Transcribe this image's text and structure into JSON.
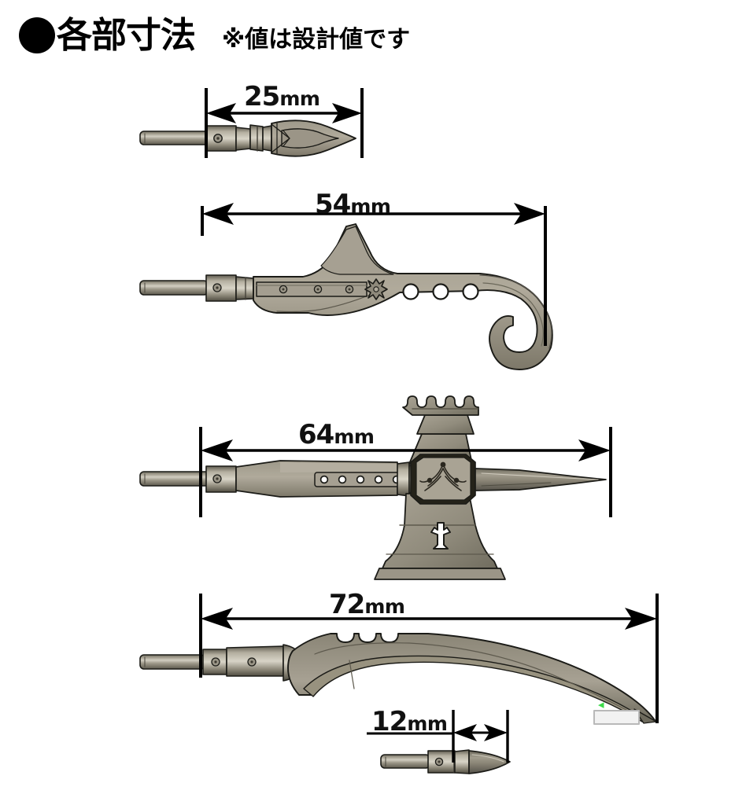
{
  "document": {
    "title_bullet": "●",
    "title": "各部寸法",
    "note": "※値は設計値です",
    "background_color": "#ffffff",
    "ink_color": "#000000"
  },
  "palette": {
    "metal_light": "#b9b4a6",
    "metal_mid": "#8e897b",
    "metal_dark": "#6b6759",
    "metal_shadow": "#4d4a40",
    "outline": "#1b1b17",
    "highlight": "#d7d3c6",
    "hole_fill": "#ffffff",
    "cursor_green": "#3ddb4b"
  },
  "parts": [
    {
      "id": "part-1",
      "name": "bullet-broadhead",
      "dimension": {
        "value": "25",
        "unit": "mm"
      },
      "description": "arrow shaft with leaf-shaped bullet broadhead tip"
    },
    {
      "id": "part-2",
      "name": "hooked-sickle-blade",
      "dimension": {
        "value": "54",
        "unit": "mm"
      },
      "description": "arrow shaft with curved hooked sickle blade, fleur ornament and three round holes"
    },
    {
      "id": "part-3",
      "name": "war-hammer-axe-head",
      "dimension": {
        "value": "64",
        "unit": "mm"
      },
      "description": "arrow shaft with double-sided axe and serrated hammer crown, cross ornament"
    },
    {
      "id": "part-4",
      "name": "curved-scimitar-blade",
      "dimension": {
        "value": "72",
        "unit": "mm"
      },
      "description": "arrow shaft with long curved scimitar blade and three spine notches"
    },
    {
      "id": "part-5",
      "name": "small-bullet-point",
      "dimension": {
        "value": "12",
        "unit": "mm"
      },
      "description": "short arrow shaft with small bullet point tip"
    }
  ],
  "dimension_labels": [
    {
      "id": "dim-25",
      "value": "25",
      "unit": "mm"
    },
    {
      "id": "dim-54",
      "value": "54",
      "unit": "mm"
    },
    {
      "id": "dim-64",
      "value": "64",
      "unit": "mm"
    },
    {
      "id": "dim-72",
      "value": "72",
      "unit": "mm"
    },
    {
      "id": "dim-12",
      "value": "12",
      "unit": "mm"
    }
  ]
}
